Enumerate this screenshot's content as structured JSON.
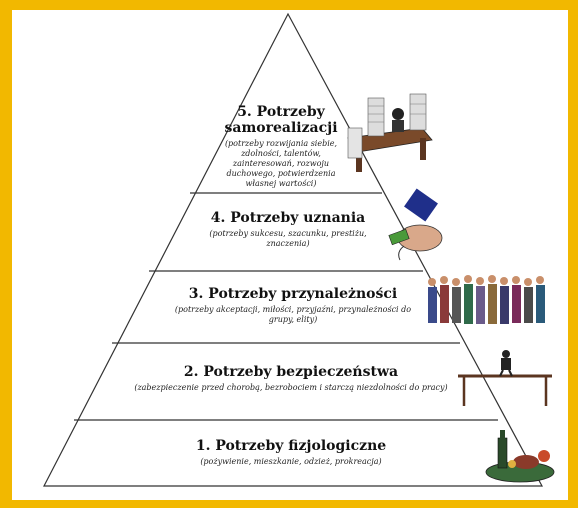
{
  "pyramid": {
    "levels": [
      {
        "title": "1. Potrzeby fizjologiczne",
        "subtitle": "(pożywienie, mieszkanie, odzież, prokreacja)"
      },
      {
        "title": "2. Potrzeby bezpieczeństwa",
        "subtitle": "(zabezpieczenie przed chorobą, bezrobociem i starczą niezdolności do pracy)"
      },
      {
        "title": "3. Potrzeby przynależności",
        "subtitle": "(potrzeby akceptacji, miłości, przyjaźni, przynależności do grupy, elity)"
      },
      {
        "title": "4. Potrzeby uznania",
        "subtitle": "(potrzeby sukcesu, szacunku, prestiżu, znaczenia)"
      },
      {
        "title": "5. Potrzeby samorealizacji",
        "subtitle": "(potrzeby rozwijania siebie, zdolności, talentów, zainteresowań, rozwoju duchowego, potwierdzenia własnej wartości)"
      }
    ]
  },
  "colors": {
    "background": "#f2b800",
    "panel": "#ffffff",
    "outline": "#333333"
  },
  "icons": [
    "office-desk-icon",
    "handshake-icon",
    "people-group-icon",
    "tightrope-walker-icon",
    "food-wine-icon"
  ]
}
